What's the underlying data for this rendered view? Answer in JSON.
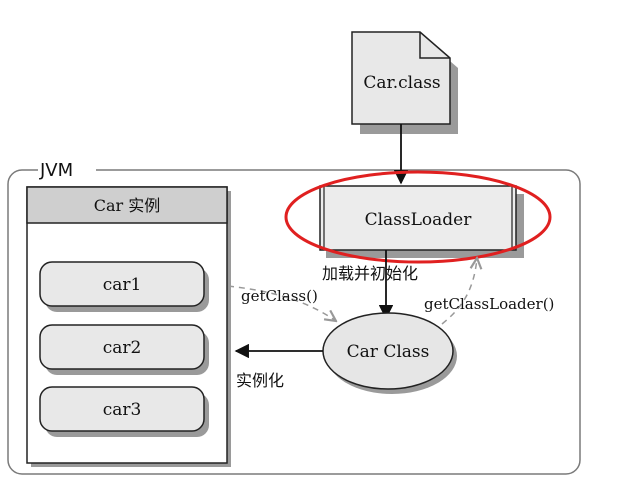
{
  "file": {
    "label": "Car.class"
  },
  "jvm": {
    "label": "JVM"
  },
  "instances": {
    "title": "Car 实例",
    "items": [
      {
        "label": "car1"
      },
      {
        "label": "car2"
      },
      {
        "label": "car3"
      }
    ]
  },
  "classloader": {
    "label": "ClassLoader",
    "highlight_color": "#e02020"
  },
  "car_class": {
    "label": "Car Class"
  },
  "edges": {
    "load_init": "加载并初始化",
    "get_class": "getClass()",
    "get_class_loader": "getClassLoader()",
    "instantiate": "实例化"
  }
}
